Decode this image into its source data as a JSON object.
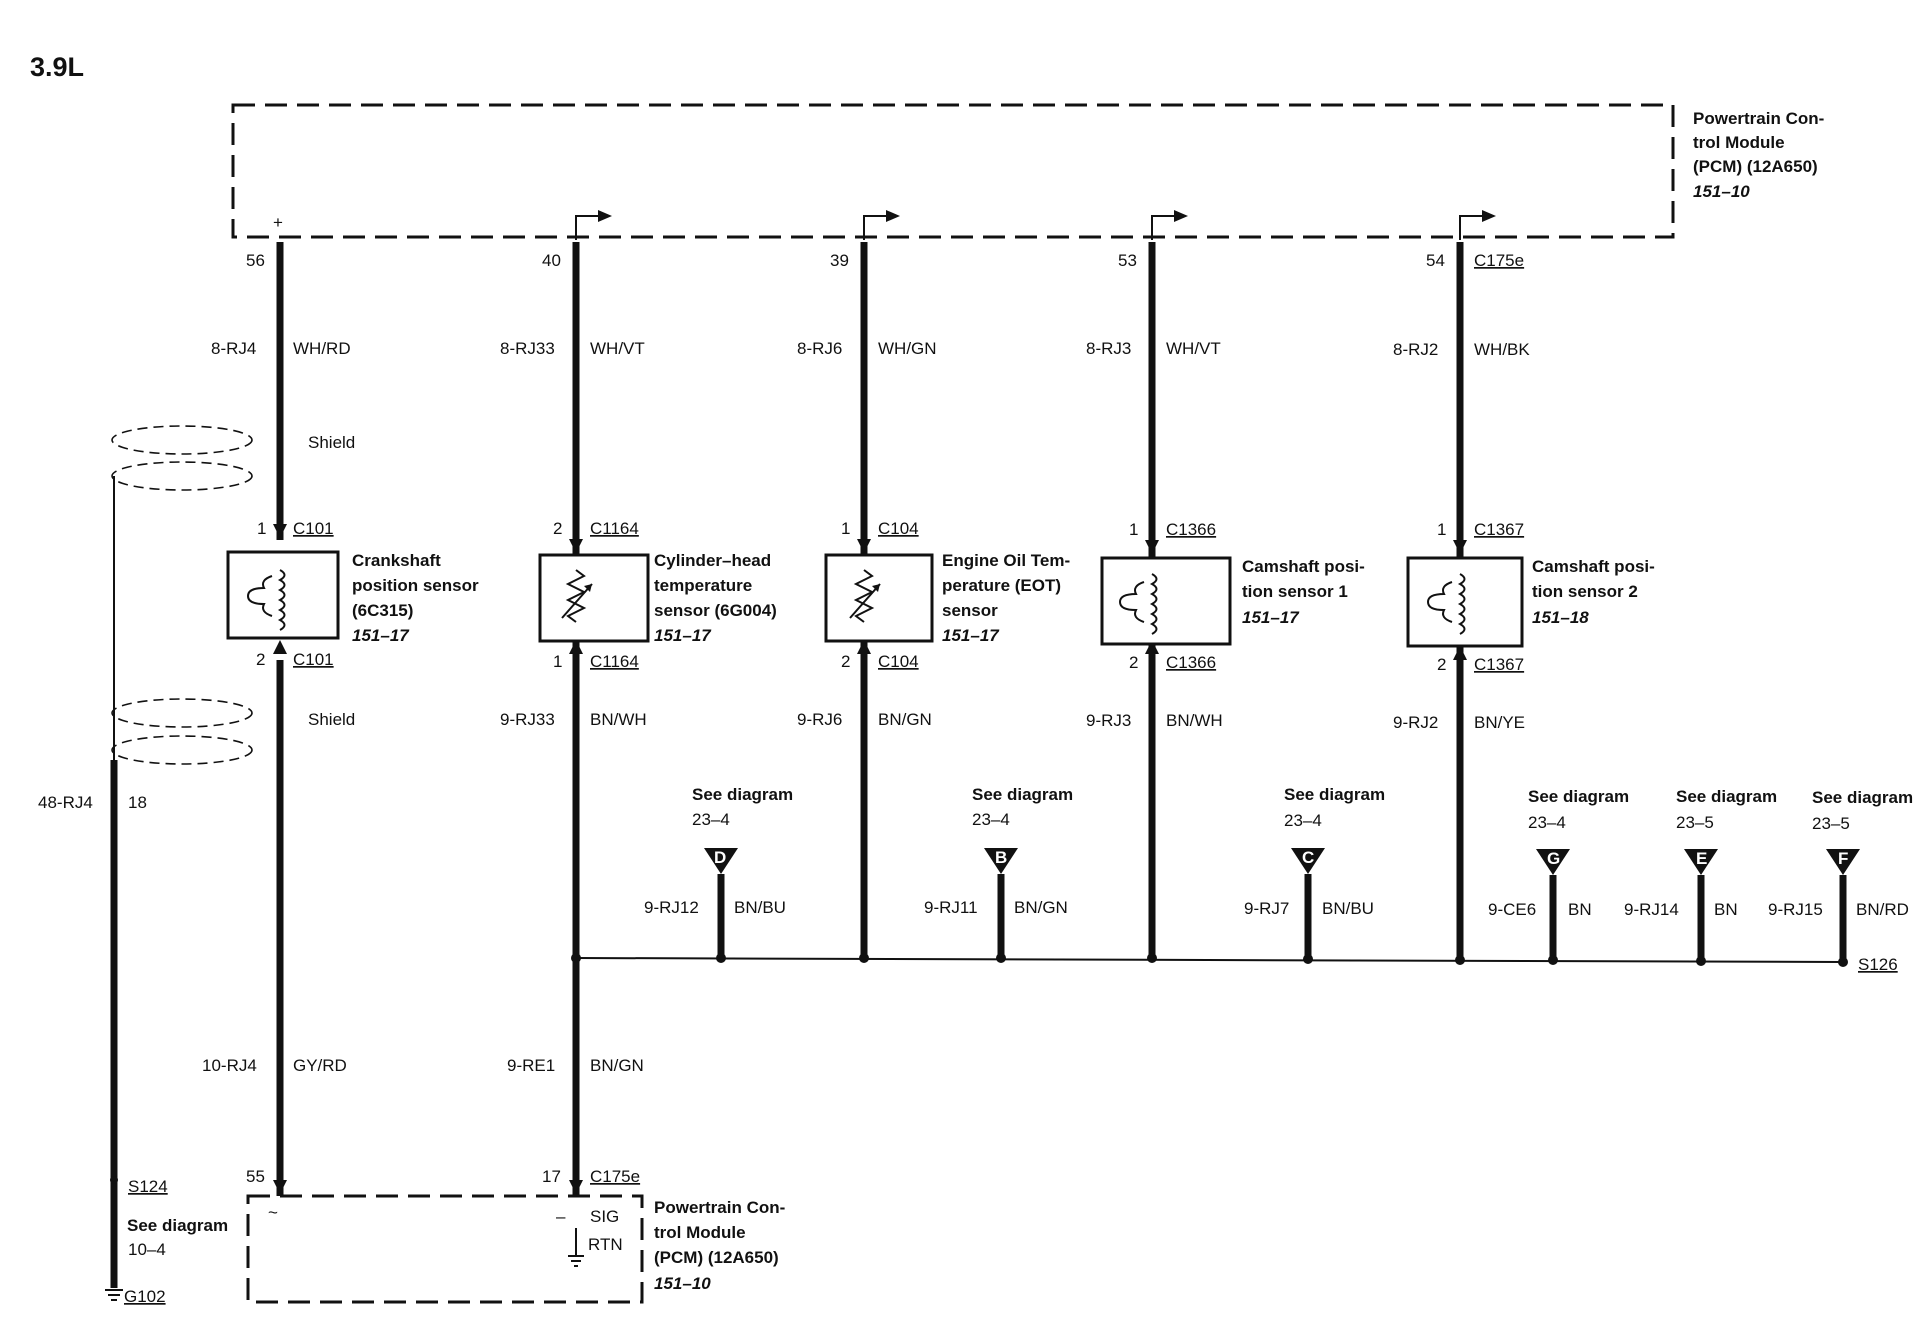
{
  "title": "3.9L",
  "pcm_top": {
    "lines": [
      "Powertrain Con-",
      "trol Module",
      "(PCM) (12A650)"
    ],
    "ref": "151–10",
    "plus": "+"
  },
  "pcm_bottom": {
    "lines": [
      "Powertrain Con-",
      "trol Module",
      "(PCM) (12A650)"
    ],
    "ref": "151–10",
    "sig": "SIG",
    "rtn": "RTN",
    "tilde": "~",
    "minus": "–"
  },
  "columns": [
    {
      "pin_top": "56",
      "circuit_top": "8-RJ4",
      "color_top": "WH/RD",
      "connector": "C101",
      "pin1": "1",
      "pin2": "2",
      "sensor": [
        "Crankshaft",
        "position sensor",
        "(6C315)"
      ],
      "sensor_ref": "151–17",
      "circuit_bot": "10-RJ4",
      "color_bot": "GY/RD",
      "pin_pcm": "55",
      "shield": "Shield"
    },
    {
      "pin_top": "40",
      "circuit_top": "8-RJ33",
      "color_top": "WH/VT",
      "connector": "C1164",
      "pin1": "2",
      "pin2": "1",
      "sensor": [
        "Cylinder–head",
        "temperature",
        "sensor (6G004)"
      ],
      "sensor_ref": "151–17",
      "circuit_mid": "9-RJ33",
      "color_mid": "BN/WH",
      "circuit_bot": "9-RE1",
      "color_bot": "BN/GN",
      "pin_pcm": "17",
      "pcm_connector": "C175e"
    },
    {
      "pin_top": "39",
      "circuit_top": "8-RJ6",
      "color_top": "WH/GN",
      "connector": "C104",
      "pin1": "1",
      "pin2": "2",
      "sensor": [
        "Engine Oil Tem-",
        "perature (EOT)",
        "sensor"
      ],
      "sensor_ref": "151–17",
      "circuit_mid": "9-RJ6",
      "color_mid": "BN/GN"
    },
    {
      "pin_top": "53",
      "circuit_top": "8-RJ3",
      "color_top": "WH/VT",
      "connector": "C1366",
      "pin1": "1",
      "pin2": "2",
      "sensor": [
        "Camshaft posi-",
        "tion sensor 1"
      ],
      "sensor_ref": "151–17",
      "circuit_mid": "9-RJ3",
      "color_mid": "BN/WH"
    },
    {
      "pin_top": "54",
      "pcm_connector": "C175e",
      "circuit_top": "8-RJ2",
      "color_top": "WH/BK",
      "connector": "C1367",
      "pin1": "1",
      "pin2": "2",
      "sensor": [
        "Camshaft posi-",
        "tion sensor 2"
      ],
      "sensor_ref": "151–18",
      "circuit_mid": "9-RJ2",
      "color_mid": "BN/YE"
    }
  ],
  "shield_drain": {
    "circuit": "48-RJ4",
    "pin": "18",
    "splice": "S124",
    "see_diagram": "See diagram",
    "see_ref": "10–4",
    "ground": "G102"
  },
  "branches": [
    {
      "letter": "D",
      "see": "See diagram",
      "ref": "23–4",
      "circuit": "9-RJ12",
      "color": "BN/BU"
    },
    {
      "letter": "B",
      "see": "See diagram",
      "ref": "23–4",
      "circuit": "9-RJ11",
      "color": "BN/GN"
    },
    {
      "letter": "C",
      "see": "See diagram",
      "ref": "23–4",
      "circuit": "9-RJ7",
      "color": "BN/BU"
    },
    {
      "letter": "G",
      "see": "See diagram",
      "ref": "23–4",
      "circuit": "9-CE6",
      "color": "BN"
    },
    {
      "letter": "E",
      "see": "See diagram",
      "ref": "23–5",
      "circuit": "9-RJ14",
      "color": "BN"
    },
    {
      "letter": "F",
      "see": "See diagram",
      "ref": "23–5",
      "circuit": "9-RJ15",
      "color": "BN/RD"
    }
  ],
  "splice_bus": "S126"
}
